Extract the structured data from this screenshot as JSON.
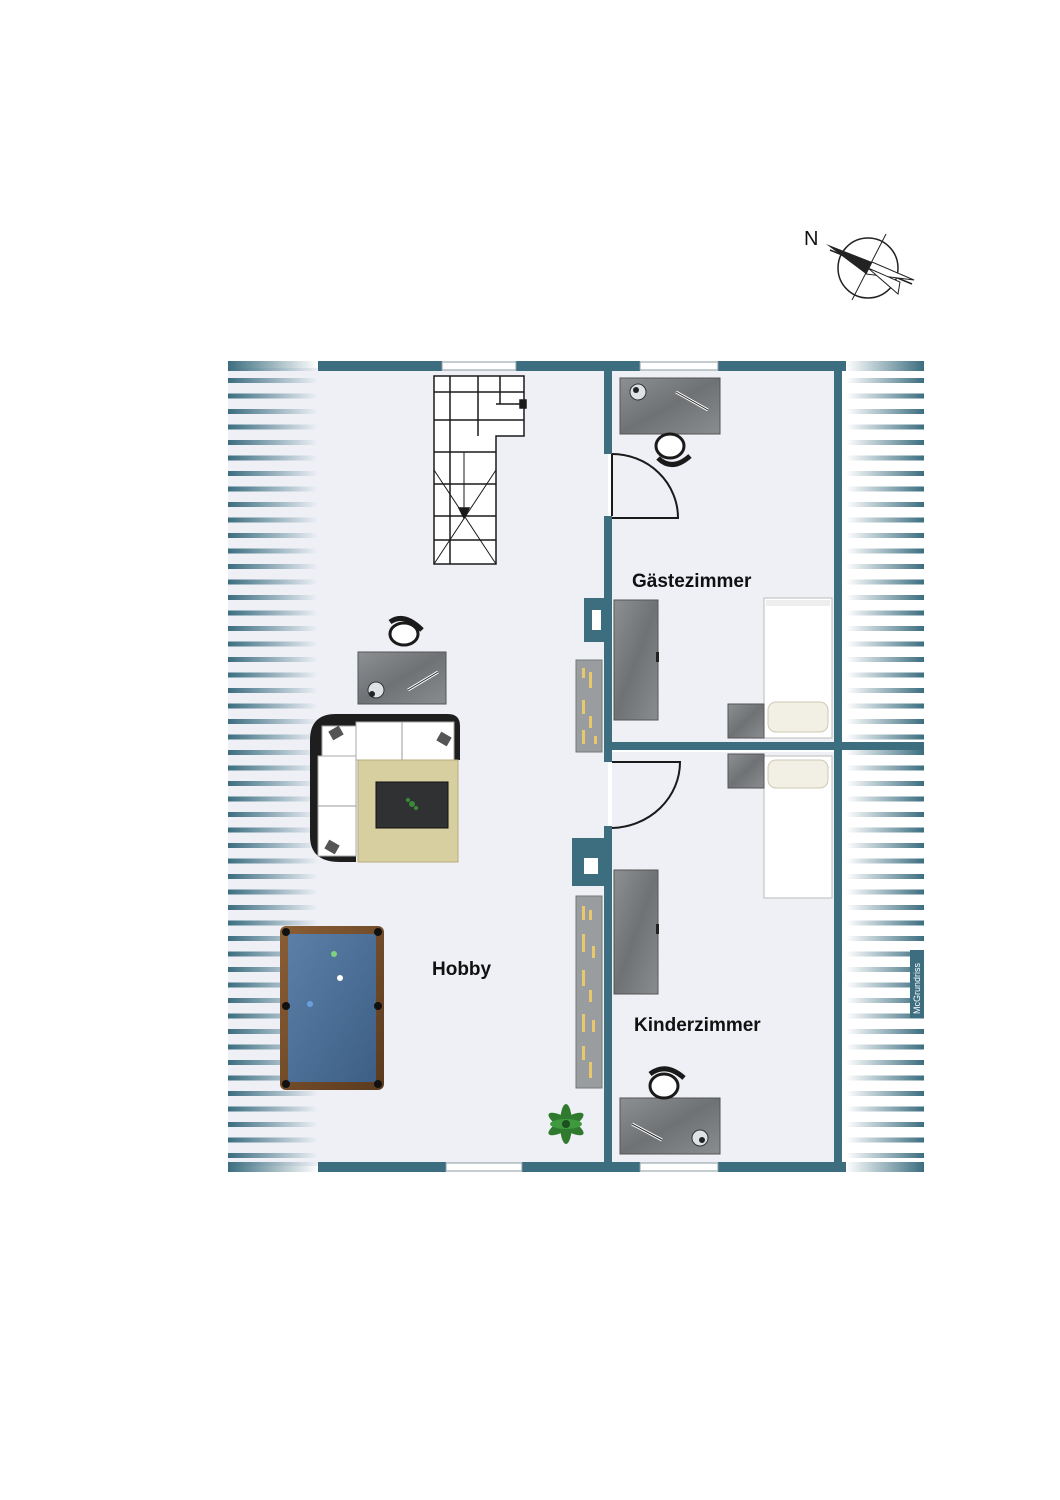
{
  "compass": {
    "label": "N",
    "icon": "compass-rose-icon"
  },
  "rooms": {
    "hobby": "Hobby",
    "guest": "Gästezimmer",
    "kids": "Kinderzimmer"
  },
  "watermark": "McGrundriss",
  "colors": {
    "wall": "#3c6e80",
    "floor": "#eef0f6",
    "stripe": "#3c6e80",
    "furniture": "#7f8284",
    "rug": "#d8cfa0",
    "pool_table": "#4a6f98",
    "pool_rail": "#7b5332"
  }
}
